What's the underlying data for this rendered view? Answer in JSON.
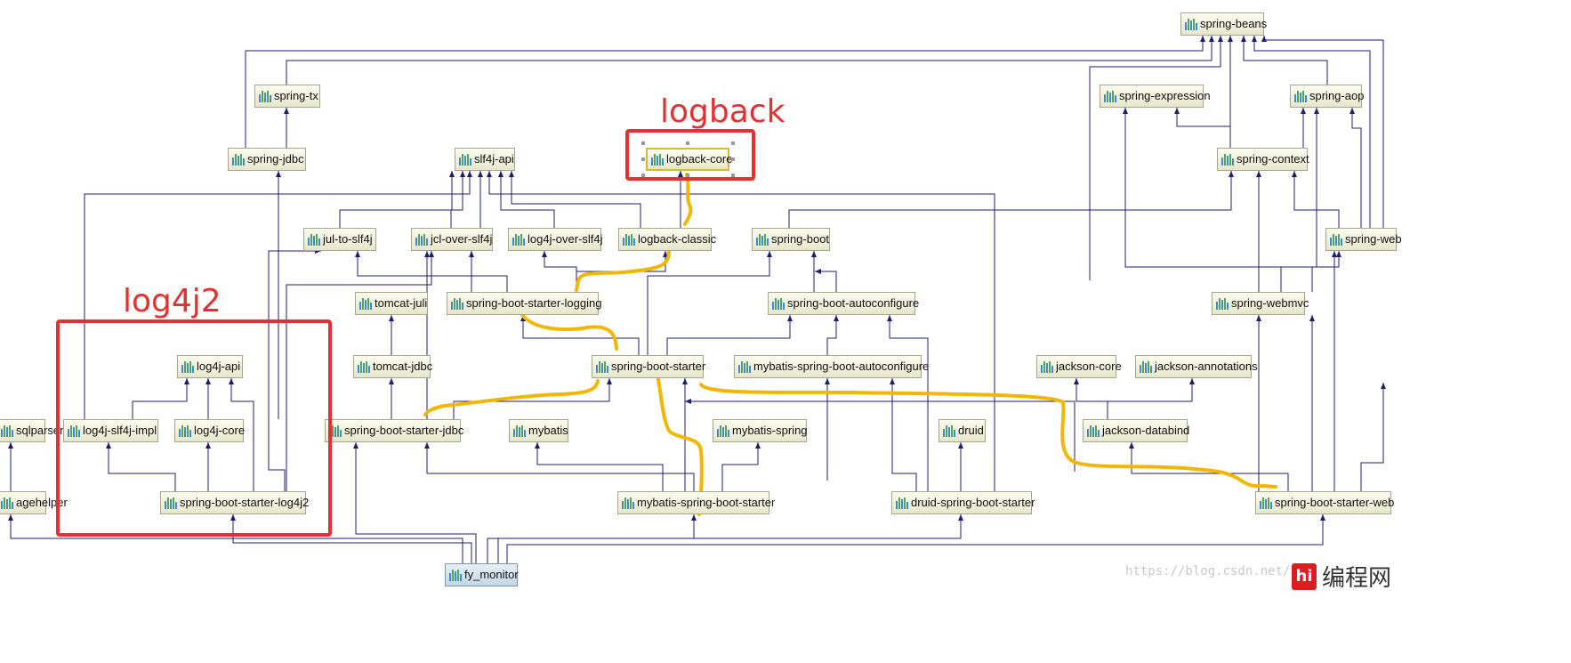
{
  "nodes": [
    {
      "id": "spring-beans",
      "label": "spring-beans"
    },
    {
      "id": "spring-tx",
      "label": "spring-tx"
    },
    {
      "id": "spring-jdbc",
      "label": "spring-jdbc"
    },
    {
      "id": "slf4j-api",
      "label": "slf4j-api"
    },
    {
      "id": "logback-core",
      "label": "logback-core"
    },
    {
      "id": "spring-expression",
      "label": "spring-expression"
    },
    {
      "id": "spring-aop",
      "label": "spring-aop"
    },
    {
      "id": "spring-context",
      "label": "spring-context"
    },
    {
      "id": "jul-to-slf4j",
      "label": "jul-to-slf4j"
    },
    {
      "id": "jcl-over-slf4j",
      "label": "jcl-over-slf4j"
    },
    {
      "id": "log4j-over-slf4j",
      "label": "log4j-over-slf4j"
    },
    {
      "id": "logback-classic",
      "label": "logback-classic"
    },
    {
      "id": "spring-boot",
      "label": "spring-boot"
    },
    {
      "id": "spring-web",
      "label": "spring-web"
    },
    {
      "id": "tomcat-juli",
      "label": "tomcat-juli"
    },
    {
      "id": "spring-boot-starter-logging",
      "label": "spring-boot-starter-logging"
    },
    {
      "id": "spring-boot-autoconfigure",
      "label": "spring-boot-autoconfigure"
    },
    {
      "id": "spring-webmvc",
      "label": "spring-webmvc"
    },
    {
      "id": "log4j-api",
      "label": "log4j-api"
    },
    {
      "id": "tomcat-jdbc",
      "label": "tomcat-jdbc"
    },
    {
      "id": "spring-boot-starter",
      "label": "spring-boot-starter"
    },
    {
      "id": "mybatis-spring-boot-autoconfigure",
      "label": "mybatis-spring-boot-autoconfigure"
    },
    {
      "id": "jackson-core",
      "label": "jackson-core"
    },
    {
      "id": "jackson-annotations",
      "label": "jackson-annotations"
    },
    {
      "id": "jsqlparser",
      "label": "sqlparser"
    },
    {
      "id": "log4j-slf4j-impl",
      "label": "log4j-slf4j-impl"
    },
    {
      "id": "log4j-core",
      "label": "log4j-core"
    },
    {
      "id": "spring-boot-starter-jdbc",
      "label": "spring-boot-starter-jdbc"
    },
    {
      "id": "mybatis",
      "label": "mybatis"
    },
    {
      "id": "mybatis-spring",
      "label": "mybatis-spring"
    },
    {
      "id": "druid",
      "label": "druid"
    },
    {
      "id": "jackson-databind",
      "label": "jackson-databind"
    },
    {
      "id": "pagehelper",
      "label": "agehelper"
    },
    {
      "id": "spring-boot-starter-log4j2",
      "label": "spring-boot-starter-log4j2"
    },
    {
      "id": "mybatis-spring-boot-starter",
      "label": "mybatis-spring-boot-starter"
    },
    {
      "id": "druid-spring-boot-starter",
      "label": "druid-spring-boot-starter"
    },
    {
      "id": "spring-boot-starter-web",
      "label": "spring-boot-starter-web"
    },
    {
      "id": "fy_monitor",
      "label": "fy_monitor"
    }
  ],
  "annotations": {
    "logback_label": "logback",
    "log4j2_label": "log4j2"
  },
  "watermark": "https://blog.csdn.net/",
  "brand": {
    "mark": "hi",
    "text": "编程网"
  },
  "colors": {
    "edge": "#1d1d6e",
    "highlight": "#f2b705",
    "annotation": "#e53030",
    "node_fill": "#f3f2dc",
    "node_border": "#a7a58c"
  },
  "icons": {
    "artifact": "jar-icon",
    "root": "project-icon"
  }
}
